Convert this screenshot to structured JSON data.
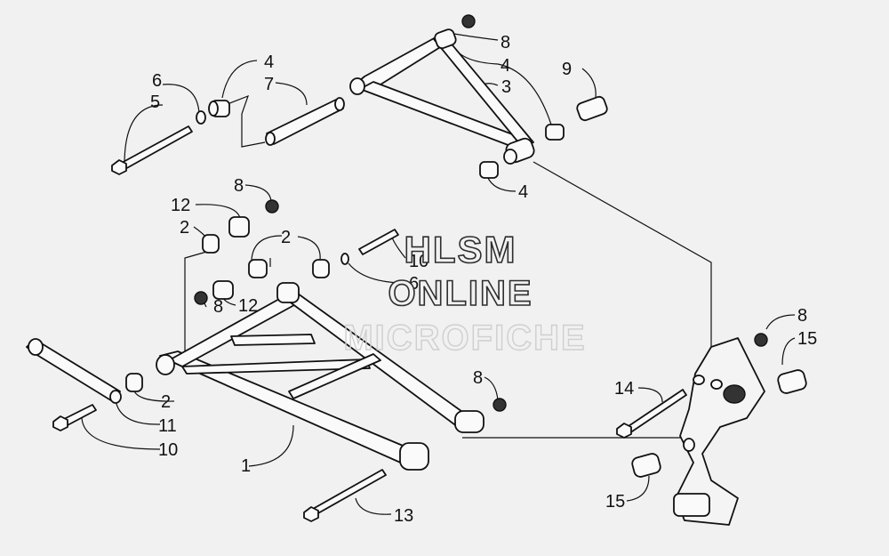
{
  "diagram": {
    "callouts": [
      {
        "id": "c1",
        "text": "1"
      },
      {
        "id": "c2a",
        "text": "2"
      },
      {
        "id": "c2b",
        "text": "2"
      },
      {
        "id": "c2c",
        "text": "2"
      },
      {
        "id": "c3",
        "text": "3"
      },
      {
        "id": "c4a",
        "text": "4"
      },
      {
        "id": "c4b",
        "text": "4"
      },
      {
        "id": "c4c",
        "text": "4"
      },
      {
        "id": "c5",
        "text": "5"
      },
      {
        "id": "c6a",
        "text": "6"
      },
      {
        "id": "c6b",
        "text": "6"
      },
      {
        "id": "c7",
        "text": "7"
      },
      {
        "id": "c8a",
        "text": "8"
      },
      {
        "id": "c8b",
        "text": "8"
      },
      {
        "id": "c8c",
        "text": "8"
      },
      {
        "id": "c8d",
        "text": "8"
      },
      {
        "id": "c8e",
        "text": "8"
      },
      {
        "id": "c9",
        "text": "9"
      },
      {
        "id": "c10a",
        "text": "10"
      },
      {
        "id": "c10b",
        "text": "10"
      },
      {
        "id": "c11",
        "text": "11"
      },
      {
        "id": "c12a",
        "text": "12"
      },
      {
        "id": "c12b",
        "text": "12"
      },
      {
        "id": "c13",
        "text": "13"
      },
      {
        "id": "c14",
        "text": "14"
      },
      {
        "id": "c15a",
        "text": "15"
      },
      {
        "id": "c15b",
        "text": "15"
      }
    ]
  },
  "watermark": {
    "line1": "HLSM",
    "line2": "ONLINE",
    "line3": "MICROFICHE"
  }
}
